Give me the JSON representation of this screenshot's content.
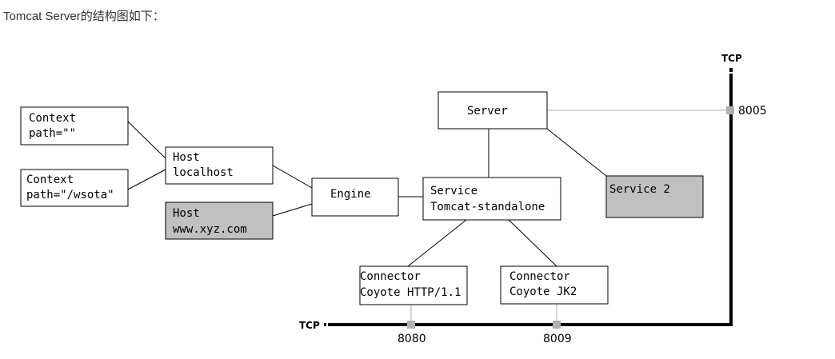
{
  "caption": "Tomcat Server的结构图如下：",
  "colors": {
    "plain_fill": "#ffffff",
    "shaded_fill": "#c0c0c0",
    "stroke": "#000000",
    "light_line": "#aaaaaa",
    "port_marker": "#b0b0b0"
  },
  "nodes": {
    "context_root": {
      "line1": "Context",
      "line2": "path=\"\""
    },
    "context_wsota": {
      "line1": "Context",
      "line2": "path=\"/wsota\""
    },
    "host_localhost": {
      "line1": "Host",
      "line2": "localhost"
    },
    "host_xyz": {
      "line1": "Host",
      "line2": "www.xyz.com"
    },
    "engine": {
      "line1": "Engine"
    },
    "server": {
      "line1": "Server"
    },
    "service": {
      "line1": "Service",
      "line2": "Tomcat-standalone"
    },
    "service2": {
      "line1": "Service 2"
    },
    "connector_http": {
      "line1": "Connector",
      "line2": "Coyote HTTP/1.1"
    },
    "connector_jk2": {
      "line1": "Connector",
      "line2": "Coyote JK2"
    }
  },
  "tcp": {
    "top_label": "TCP",
    "bottom_label": "TCP"
  },
  "ports": {
    "shutdown": "8005",
    "http": "8080",
    "jk2": "8009"
  }
}
